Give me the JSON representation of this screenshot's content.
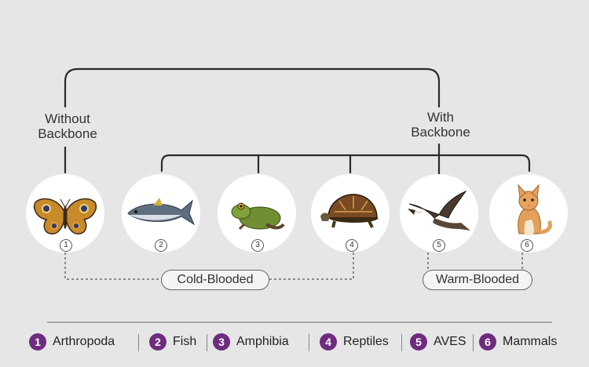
{
  "branches": {
    "without_backbone": "Without\nBackbone",
    "with_backbone": "With\nBackbone"
  },
  "animals": [
    {
      "num": "1",
      "icon": "butterfly-icon"
    },
    {
      "num": "2",
      "icon": "fish-icon"
    },
    {
      "num": "3",
      "icon": "frog-icon"
    },
    {
      "num": "4",
      "icon": "turtle-icon"
    },
    {
      "num": "5",
      "icon": "eagle-icon"
    },
    {
      "num": "6",
      "icon": "cat-icon"
    }
  ],
  "groups": {
    "cold": "Cold-Blooded",
    "warm": "Warm-Blooded"
  },
  "legend": [
    {
      "num": "1",
      "label": "Arthropoda"
    },
    {
      "num": "2",
      "label": "Fish"
    },
    {
      "num": "3",
      "label": "Amphibia"
    },
    {
      "num": "4",
      "label": "Reptiles"
    },
    {
      "num": "5",
      "label": "AVES"
    },
    {
      "num": "6",
      "label": "Mammals"
    }
  ],
  "colors": {
    "accent": "#6e2c7e",
    "background": "#e6e6e6"
  }
}
